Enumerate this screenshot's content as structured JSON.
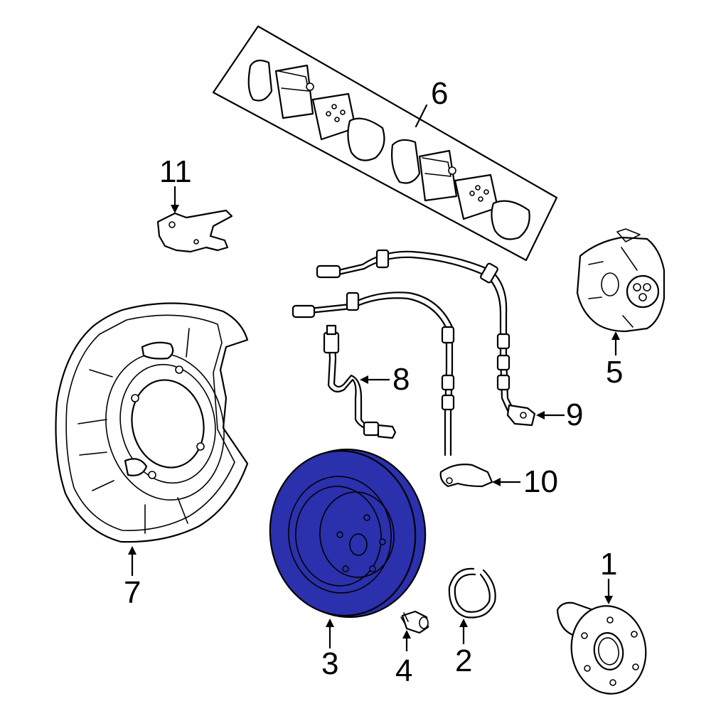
{
  "highlight_color": "#2b30ad",
  "line_color": "#000000",
  "background": "#ffffff",
  "callouts": {
    "c1": "1",
    "c2": "2",
    "c3": "3",
    "c4": "4",
    "c5": "5",
    "c6": "6",
    "c7": "7",
    "c8": "8",
    "c9": "9",
    "c10": "10",
    "c11": "11"
  },
  "highlighted_part": "3"
}
